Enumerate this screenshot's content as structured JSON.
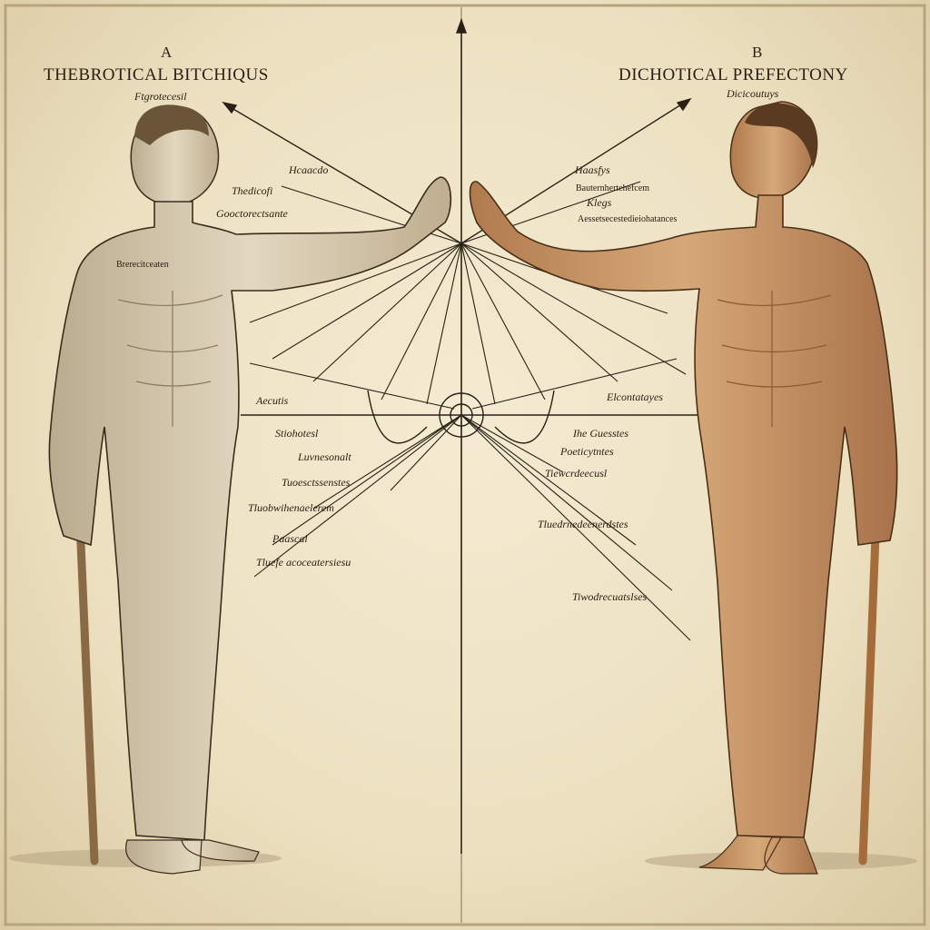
{
  "figure_a": {
    "letter": "A",
    "title": "THEBROTICAL BITCHIQUS",
    "subtitle": "Ftgrotecesil",
    "labels": [
      "Hcaacdo",
      "Thedicofi",
      "Gooctorectsante",
      "Brerecitceaten",
      "Aecutis",
      "Stiohotesl",
      "Luvnesonalt",
      "Tuoesctssenstes",
      "Tluobwihenaelerem",
      "Paascal",
      "Tluefe acoceatersiesu"
    ]
  },
  "figure_b": {
    "letter": "B",
    "title": "DICHOTICAL PREFECTONY",
    "subtitle": "Dicicoutuys",
    "labels": [
      "Haasfys",
      "Bauternhertehefcem",
      "Klegs",
      "Aessetsecestedieiohatances",
      "Elcontatayes",
      "Ihe Guesstes",
      "Poeticytntes",
      "Tiewcrdeecusl",
      "Tluedrnedeenerdstes",
      "Tiwodrecuatslses"
    ]
  },
  "colors": {
    "paper": "#efe4c7",
    "ink": "#2a2016",
    "figure_a_skin": "#d9cdb3",
    "figure_b_skin": "#c89a6a"
  }
}
